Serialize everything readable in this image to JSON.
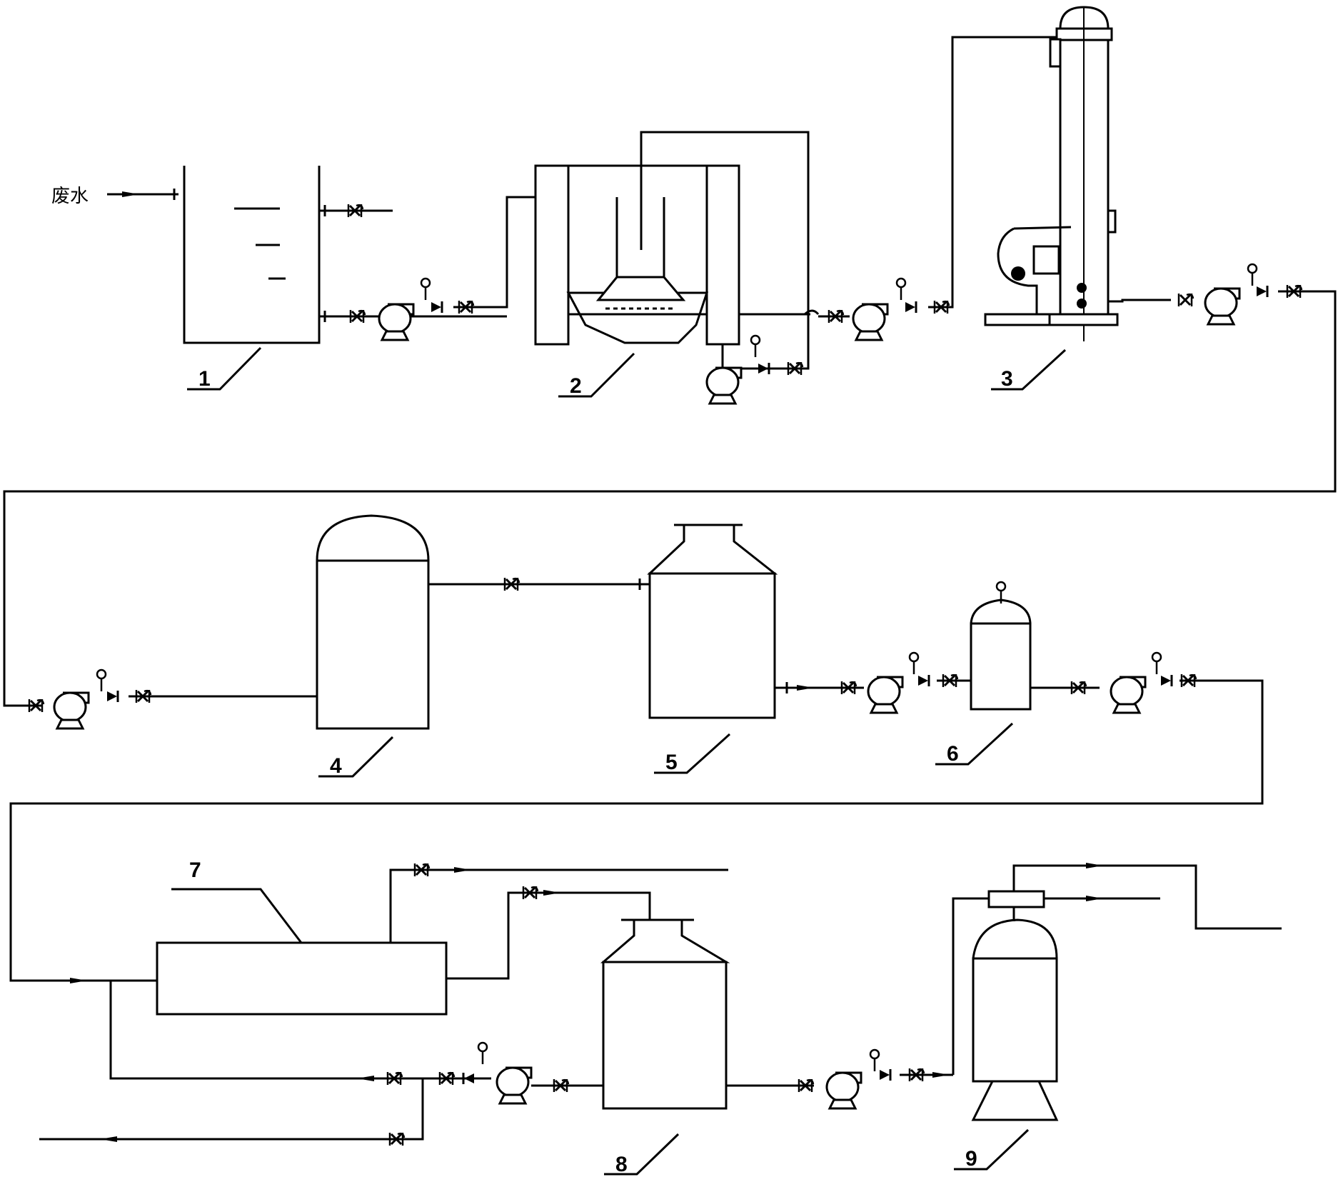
{
  "inlet_label": "废水",
  "unit_labels": [
    "1",
    "2",
    "3",
    "4",
    "5",
    "6",
    "7",
    "8",
    "9"
  ],
  "colors": {
    "line": "#000000",
    "background": "#ffffff"
  },
  "icons": [
    "centrifugal-pump-icon",
    "valve-icon",
    "pressure-gauge-icon",
    "flow-arrow-icon"
  ]
}
